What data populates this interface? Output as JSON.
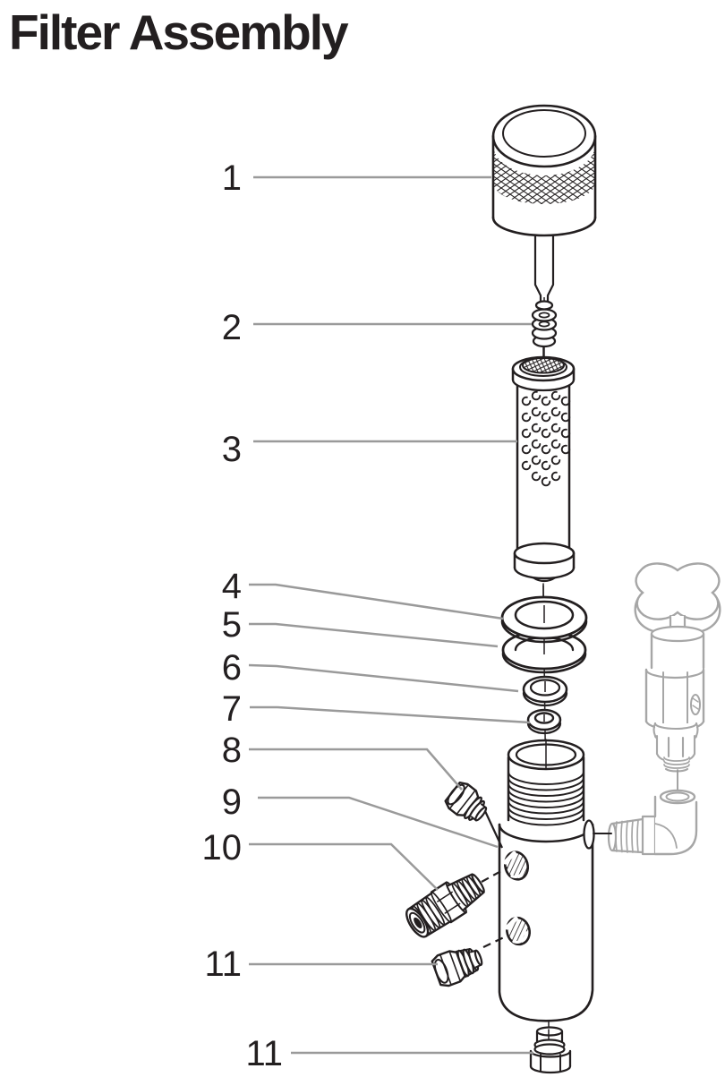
{
  "title": "Filter Assembly",
  "colors": {
    "ink": "#231f20",
    "leader_gray": "#9a9a9a",
    "reference_gray": "#a6a6a6",
    "background": "#ffffff"
  },
  "callouts": [
    {
      "label": "1",
      "part": "knurled-cap"
    },
    {
      "label": "2",
      "part": "spring"
    },
    {
      "label": "3",
      "part": "filter-element"
    },
    {
      "label": "4",
      "part": "gland-ring"
    },
    {
      "label": "5",
      "part": "packing-ring"
    },
    {
      "label": "6",
      "part": "washer"
    },
    {
      "label": "7",
      "part": "seal-washer"
    },
    {
      "label": "8",
      "part": "pipe-plug-upper"
    },
    {
      "label": "9",
      "part": "filter-body"
    },
    {
      "label": "10",
      "part": "nipple-fitting"
    },
    {
      "label": "11",
      "part": "pipe-plug-side"
    },
    {
      "label": "11",
      "part": "pipe-plug-bottom"
    }
  ]
}
